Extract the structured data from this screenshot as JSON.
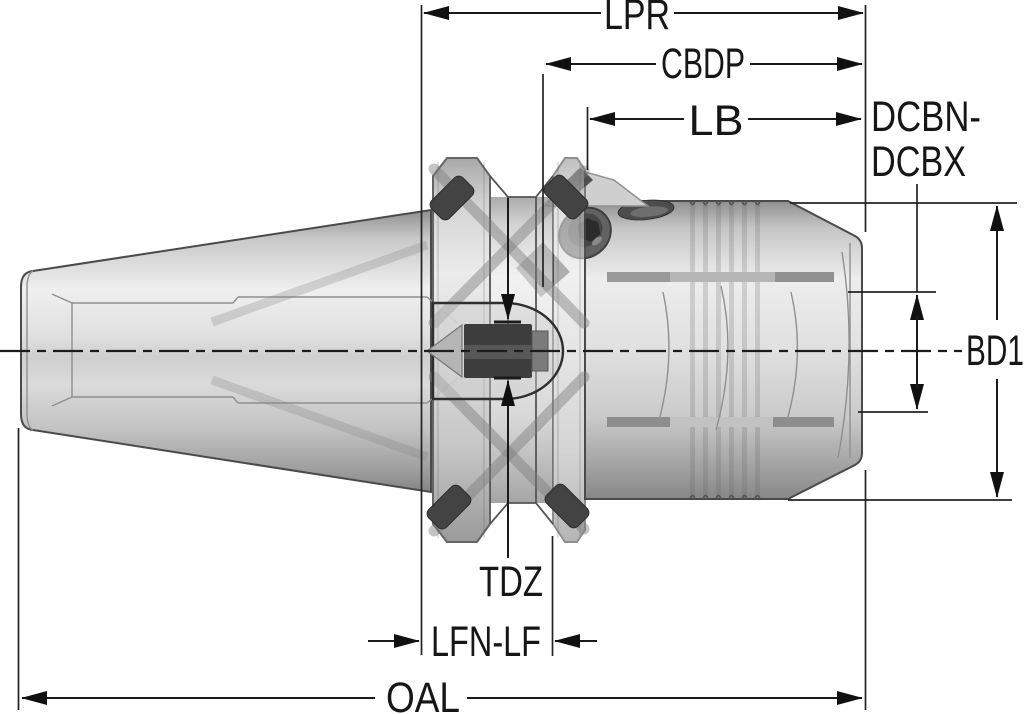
{
  "page": {
    "title": "Tool holder dimension drawing",
    "background": "#ffffff"
  },
  "drawing": {
    "type": "technical-dimension-drawing",
    "subject": "taper-shank tool holder, transparent side view with dimension callouts",
    "dimension_labels": {
      "lpr": "LPR",
      "cbdp": "CBDP",
      "lb": "LB",
      "dcbn_dcbx_line1": "DCBN-",
      "dcbn_dcbx_line2": "DCBX",
      "bd1": "BD1",
      "tdz": "TDZ",
      "lfn_lf": "LFN-LF",
      "oal": "OAL"
    },
    "colors": {
      "dimension_line": "#1a1a1a",
      "part_outline": "#4a4a4a",
      "metal_light": "#ededed",
      "metal_mid": "#c9c9c9",
      "metal_dark": "#8c8c8c",
      "hardware_dark": "#3d3d3d",
      "background": "#ffffff"
    }
  }
}
